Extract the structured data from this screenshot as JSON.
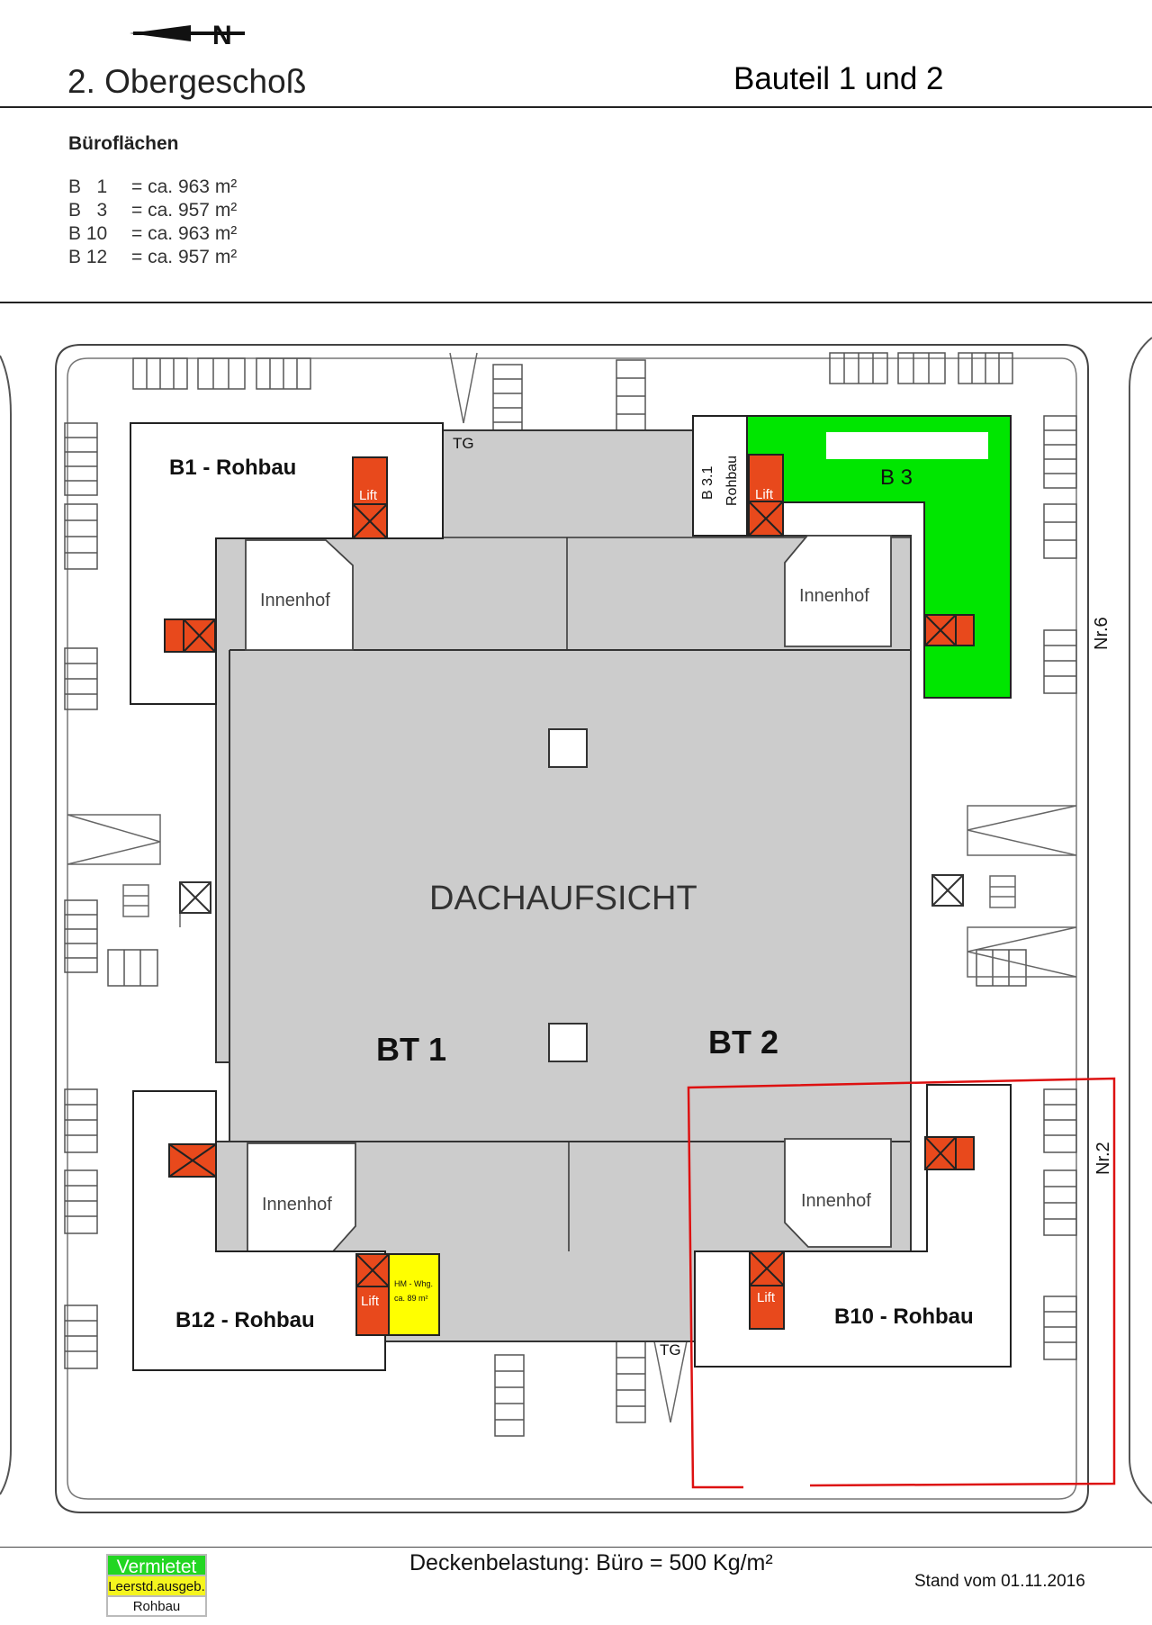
{
  "header": {
    "floor_title": "2. Obergeschoß",
    "building_title": "Bauteil 1 und 2",
    "north_arrow_label": "N"
  },
  "offices": {
    "heading": "Büroflächen",
    "rows": [
      {
        "unit": "B   1",
        "area": "= ca. 963 m²"
      },
      {
        "unit": "B   3",
        "area": "= ca. 957 m²"
      },
      {
        "unit": "B 10",
        "area": "= ca. 963 m²"
      },
      {
        "unit": "B 12",
        "area": "= ca. 957 m²"
      }
    ]
  },
  "plan": {
    "roof_label": "DACHAUFSICHT",
    "bt1_label": "BT 1",
    "bt2_label": "BT 2",
    "courtyard_label": "Innenhof",
    "lift_label": "Lift",
    "tg_label": "TG",
    "b1_label": "B1 - Rohbau",
    "b3_label": "B 3",
    "b31_label_1": "B 3.1",
    "b31_label_2": "Rohbau",
    "b10_label": "B10 - Rohbau",
    "b12_label": "B12 - Rohbau",
    "hm_label_1": "HM - Whg.",
    "hm_label_2": "ca. 89 m²",
    "street_label_top": "Nr.6",
    "street_label_bottom": "Nr.2"
  },
  "footer": {
    "load_text": "Deckenbelastung: Büro = 500 Kg/m²",
    "date_text": "Stand vom 01.11.2016"
  },
  "legend": {
    "rented": "Vermietet",
    "vacant": "Leerstd.ausgeb.",
    "shell": "Rohbau"
  },
  "colors": {
    "rented": "#00e600",
    "vacant_developed": "#ffff00",
    "lift": "#e8491c",
    "roof": "#cccccc",
    "highlight_frame": "#dd1111"
  }
}
